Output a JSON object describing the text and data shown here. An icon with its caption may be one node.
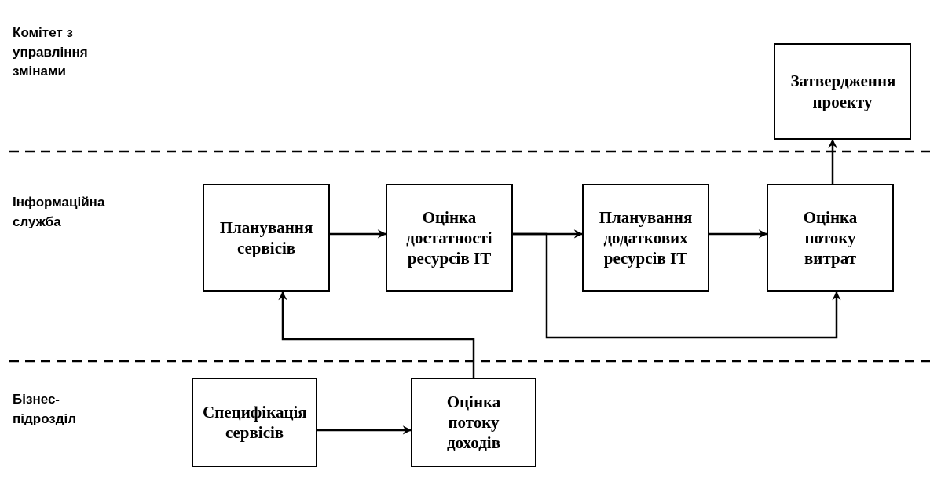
{
  "diagram": {
    "nodes": [
      {
        "text": [
          "Затвердження проекту"
        ]
      },
      {
        "text": [
          "Планування сервісів"
        ]
      },
      {
        "text": [
          "Оцінка достатності ресурсів IT"
        ]
      },
      {
        "text": [
          "Планування додаткових ресурсів IT"
        ]
      },
      {
        "text": [
          "Оцінка потоку витрат"
        ]
      },
      {
        "text": [
          "Специфікація сервісів"
        ]
      },
      {
        "text": [
          "Оцінка потоку доходів"
        ]
      }
    ],
    "edges": [
      {
        "from": 6,
        "to": 1,
        "arrow": "to"
      },
      {
        "from": 5,
        "to": 6,
        "arrow": "to"
      },
      {
        "from": 1,
        "to": 2,
        "arrow": "to"
      },
      {
        "from": 2,
        "to": 3,
        "arrow": "to"
      },
      {
        "from": 2,
        "to": 4,
        "arrow": "to"
      },
      {
        "from": 3,
        "to": 4,
        "arrow": "to"
      },
      {
        "from": 4,
        "to": 0,
        "arrow": "to"
      }
    ],
    "labels": [
      "Комітет з управління змінами",
      "Інформаційна служба",
      "Бізнес-підрозділ"
    ]
  }
}
